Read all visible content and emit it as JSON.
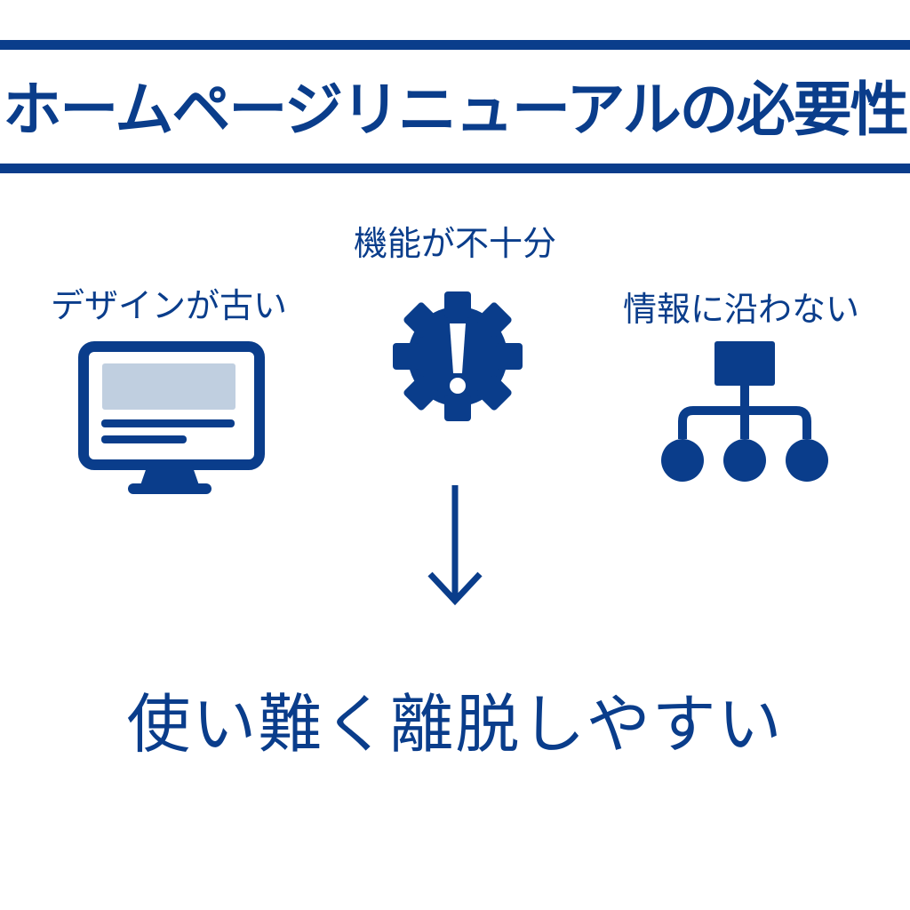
{
  "title": "ホームページリニューアルの必要性",
  "causes": [
    {
      "label": "デザインが古い",
      "icon": "monitor-icon"
    },
    {
      "label": "機能が不十分",
      "icon": "gear-warning-icon"
    },
    {
      "label": "情報に沿わない",
      "icon": "hierarchy-icon"
    }
  ],
  "arrow_icon": "down-arrow-icon",
  "conclusion": "使い難く離脱しやすい",
  "colors": {
    "primary": "#0a3d8b",
    "screen_fill": "#c0cfe0",
    "background": "#ffffff"
  }
}
